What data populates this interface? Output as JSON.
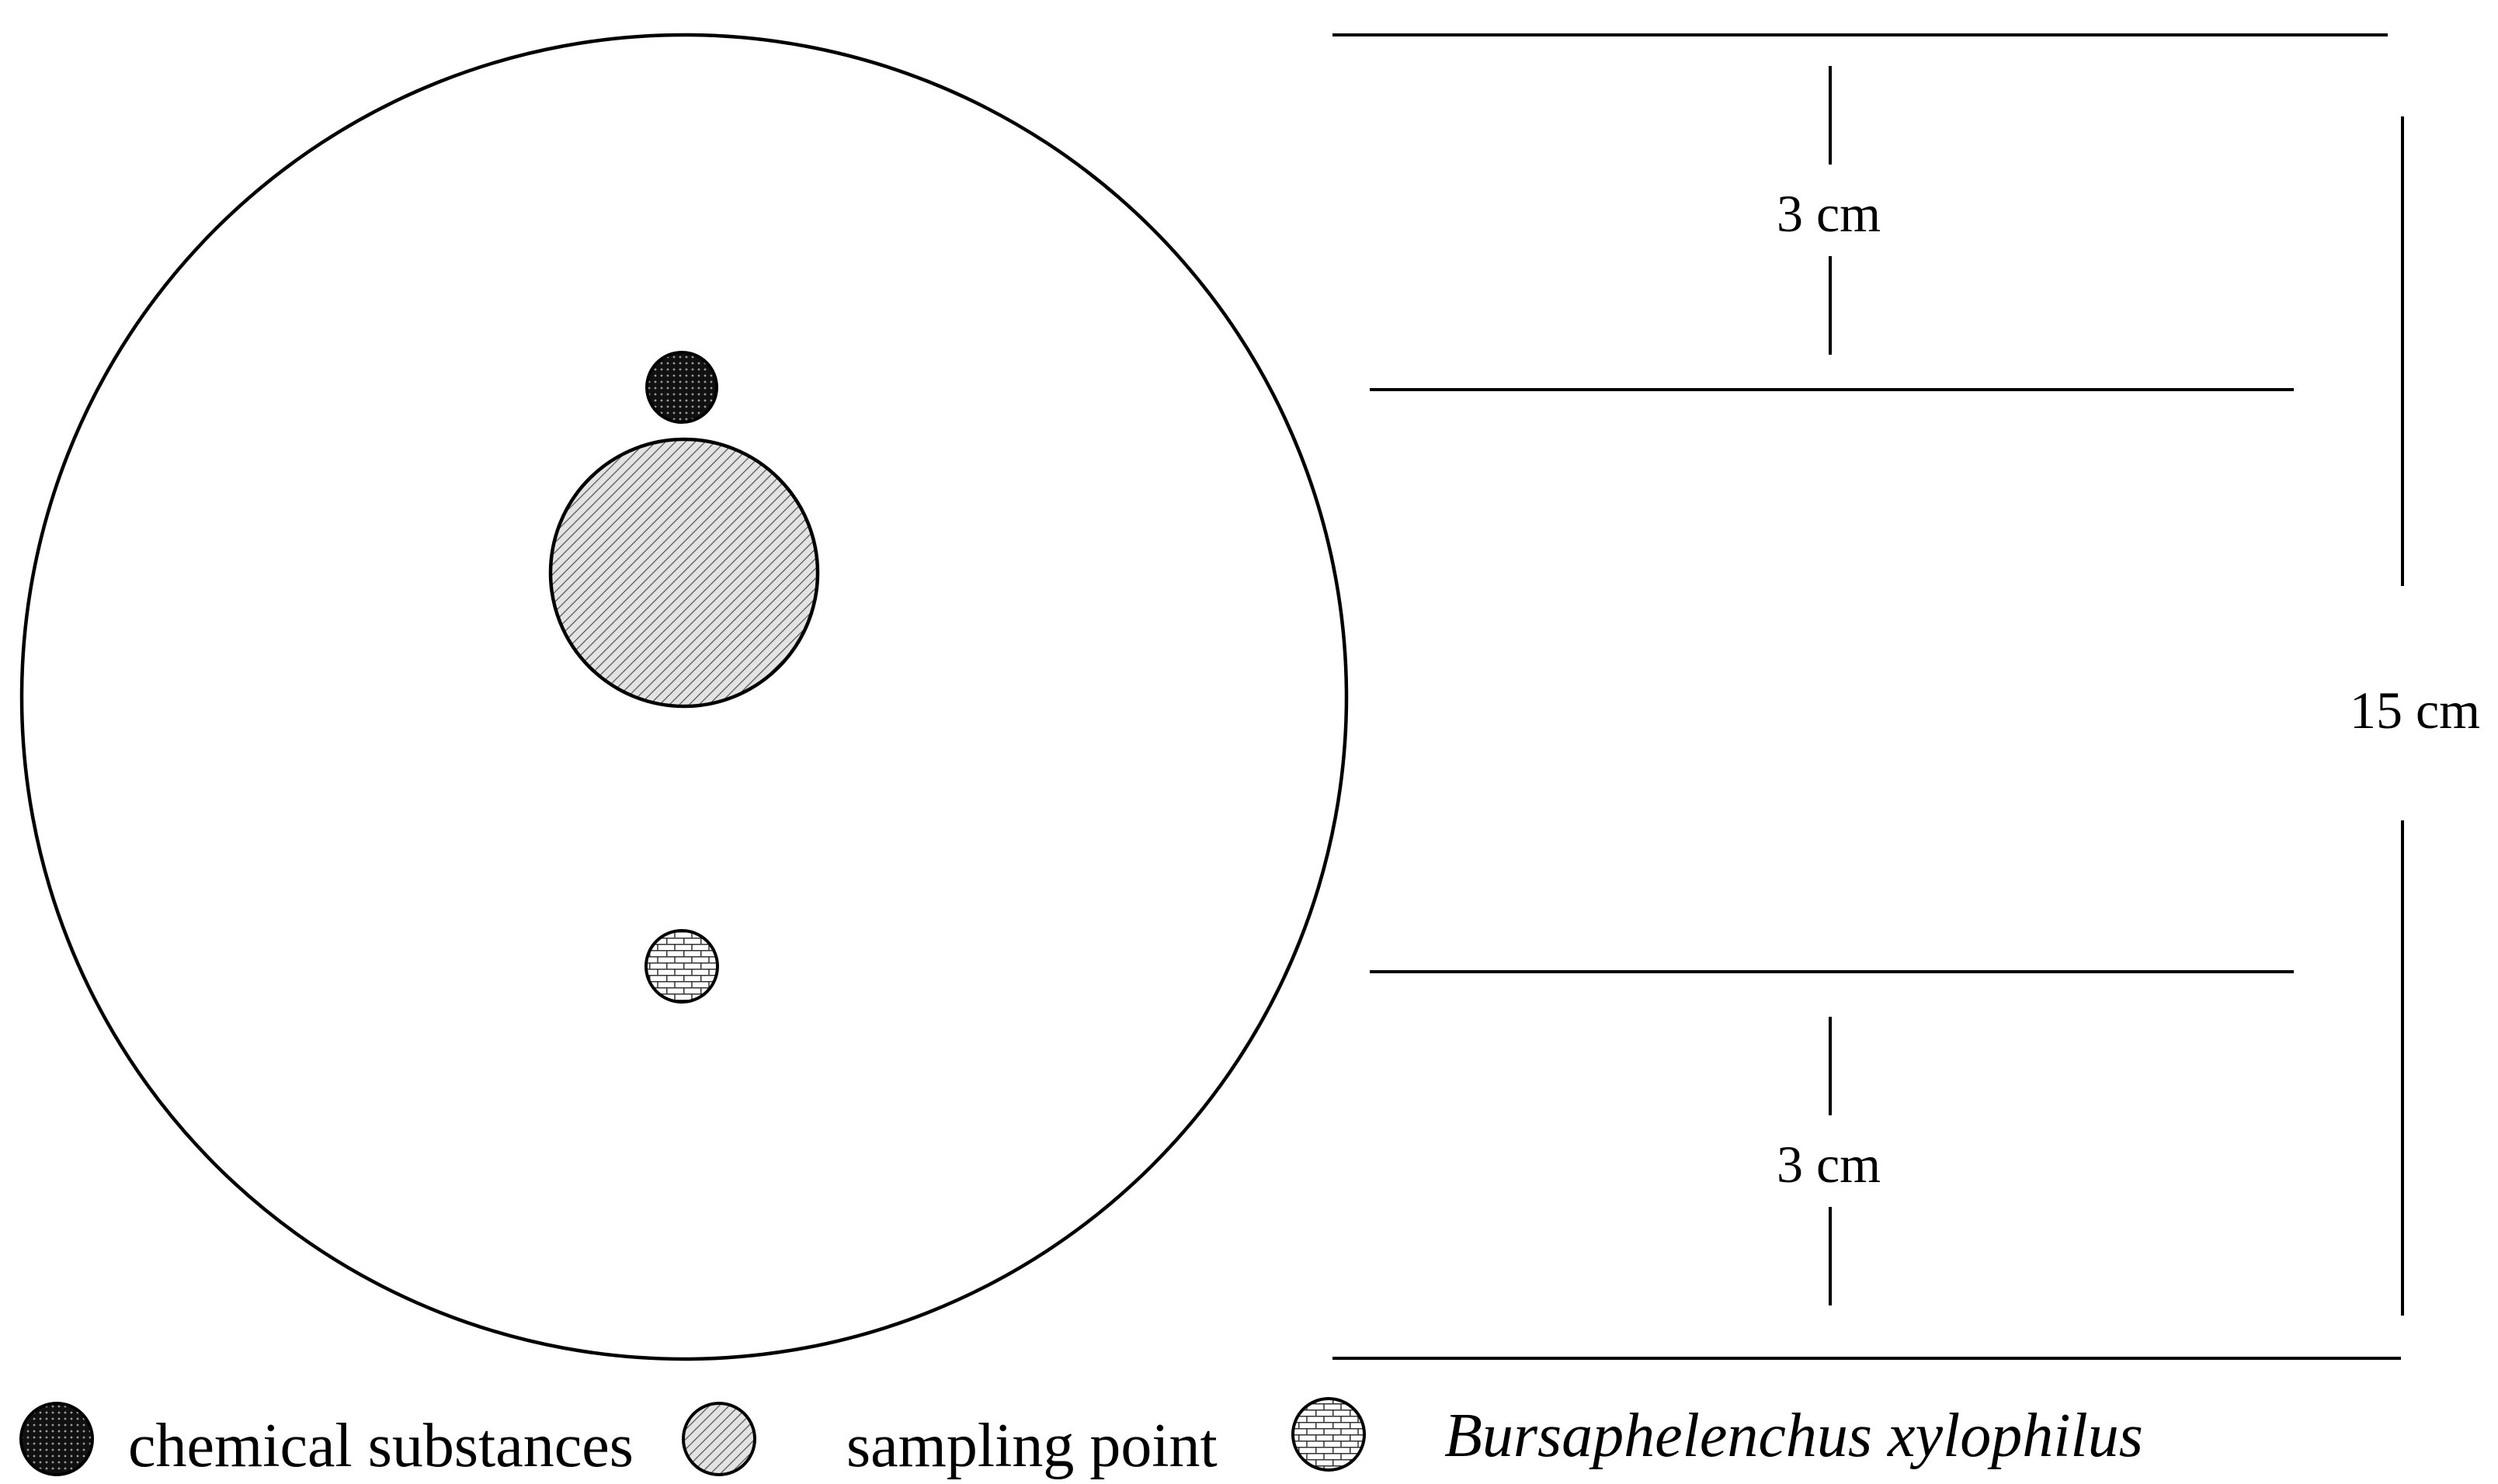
{
  "diagram": {
    "dimensions": {
      "top_gap_label": "3 cm",
      "bottom_gap_label": "3 cm",
      "total_label": "15 cm"
    },
    "legend": {
      "items": [
        {
          "label": "chemical substances",
          "pattern": "dotted-black",
          "italic": false
        },
        {
          "label": "sampling point",
          "pattern": "diagonal-hatch-gray",
          "italic": false
        },
        {
          "label": "Bursaphelenchus xylophilus",
          "pattern": "brick",
          "italic": true
        }
      ]
    },
    "colors": {
      "stroke": "#000000",
      "background": "#ffffff",
      "chemical_fill": "#1a1a1a",
      "sampling_fill": "#d9d9d9"
    }
  }
}
